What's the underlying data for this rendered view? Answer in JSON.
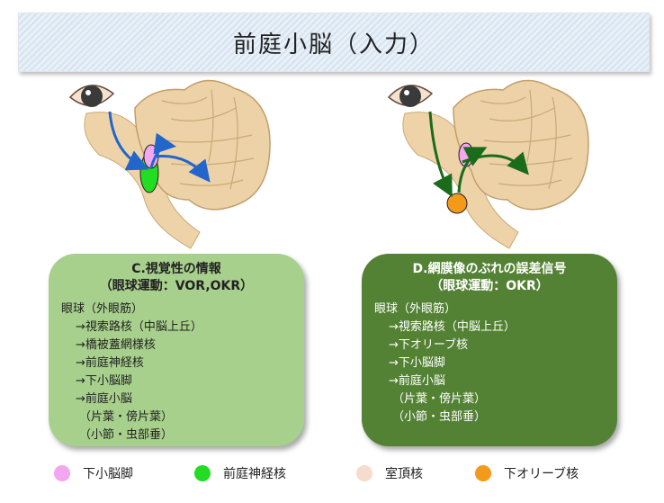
{
  "title": "前庭小脳（入力）",
  "colors": {
    "pink": "#f4a6f0",
    "green": "#22dd22",
    "beige": "#f5dccb",
    "orange": "#f39a1a",
    "arrow_blue": "#2266cc",
    "arrow_green": "#1a6b1a"
  },
  "boxes": [
    {
      "heading": "C.視覚性の情報",
      "subheading": "（眼球運動：VOR,OKR）",
      "lines": [
        "眼球（外眼筋）",
        "→視索路核（中脳上丘）",
        "→橋被蓋網様核",
        "→前庭神経核",
        "→下小脳脚",
        "→前庭小脳",
        "（片葉・傍片葉）",
        "（小節・虫部垂）"
      ]
    },
    {
      "heading": "D.網膜像のぶれの誤差信号",
      "subheading": "（眼球運動：OKR）",
      "lines": [
        "眼球（外眼筋）",
        "→視索路核（中脳上丘）",
        "→下オリーブ核",
        "→下小脳脚",
        "→前庭小脳",
        "（片葉・傍片葉）",
        "（小節・虫部垂）"
      ]
    }
  ],
  "legend": [
    {
      "label": "下小脳脚",
      "color": "#f4a6f0"
    },
    {
      "label": "前庭神経核",
      "color": "#22dd22"
    },
    {
      "label": "室頂核",
      "color": "#f5dccb"
    },
    {
      "label": "下オリーブ核",
      "color": "#f39a1a"
    }
  ]
}
